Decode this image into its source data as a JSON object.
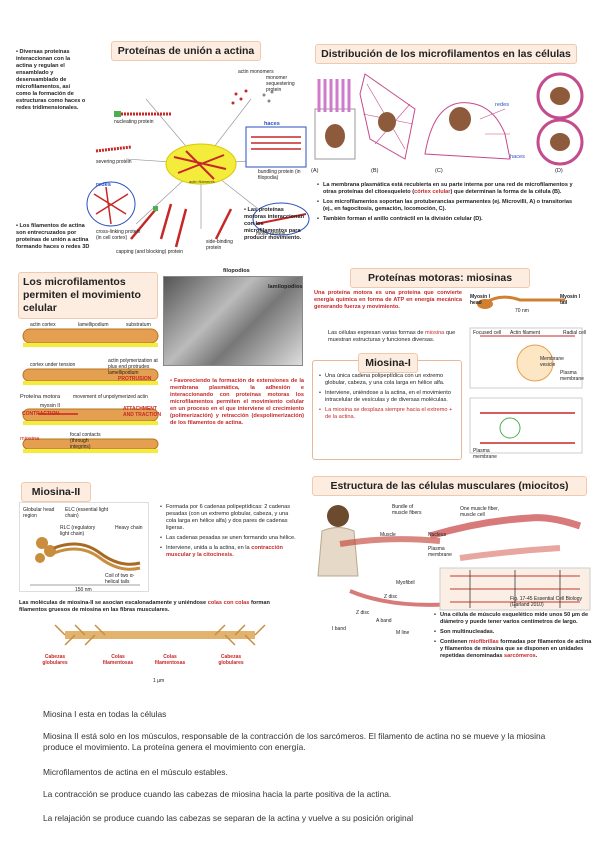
{
  "s1": {
    "title": "Proteínas de unión a actina",
    "intro": "Diversas proteínas interaccionan con la actina y regulan el ensamblado y desensamblado de microfilamentos, así como la formación de estructuras como haces o redes tridimensionales.",
    "redes": "redes",
    "haces": "haces",
    "outro": "Los filamentos de actina son entrecruzados por proteínas de unión a actina formando haces o redes 3D",
    "motor": "Las proteínas motoras interaccionan con los microfilamentos para producir movimiento.",
    "labels": {
      "mono": "actin monomers",
      "seq": "monomer sequestering protein",
      "nuc": "nucleating protein",
      "center": "actin filaments",
      "sev": "severing protein",
      "bund": "bundling protein (in filopodia)",
      "cross": "cross-linking protein (in cell cortex)",
      "motorp": "motor protein",
      "side": "side-binding protein",
      "cap": "capping (and blocking) protein"
    }
  },
  "s2": {
    "title": "Distribución de los microfilamentos en las células",
    "letters": [
      "(A)",
      "(B)",
      "(C)",
      "(D)"
    ],
    "redes": "redes",
    "haces": "haces",
    "b1": "La membrana plasmática está recubierta en su parte interna por una red de microfilamentos y otras proteínas del citoesqueleto (",
    "b1r": "córtex celular",
    "b1e": ") que determinan la forma de la célula (B).",
    "b2": "Los microfilamentos soportan las protuberancias permanentes (ej. Microvilli, A) o transitorias (ej., en fagocitosis, gemación, locomoción, C).",
    "b3": "También forman el anillo contráctil en la división celular (D)."
  },
  "s3": {
    "title": "Los microfilamentos permiten el movimiento celular",
    "filo": "filopodios",
    "lami": "lamilopodios",
    "motora": "Proteína motora",
    "miosina": "miosina",
    "labels": {
      "cortex": "actin cortex",
      "lamelli": "lamellipodium",
      "sub": "substratum",
      "tension": "cortex under tension",
      "poly": "actin polymerization at plus end protrudes lamellipodium",
      "protrusion": "PROTRUSION",
      "move": "movement of unpolymerized actin",
      "attach": "ATTACHMENT AND TRACTION",
      "contraction": "CONTRACTION",
      "focal": "focal contacts (through integrins)",
      "myosin": "myosin II"
    },
    "text": "Favoreciendo la formación de extensiones de la membrana plasmática, la adhesión e interaccionando con proteínas motoras los microfilamentos permiten el movimiento celular en un proceso en el que interviene el crecimiento (polimerización) y retracción (despolimerización) de los filamentos de actina."
  },
  "s4": {
    "title": "Proteínas motoras: miosinas",
    "intro": "Una proteína motora es una proteína que convierte energía química en forma de ATP en energía mecánica generando fuerza y movimiento.",
    "sub1": "Las células expresan varias formas de ",
    "sub1r": "miosina",
    "sub1e": " que muestran estructuras y funciones diversas.",
    "m1title": "Miosina-I",
    "m1b1": "Una única cadena polipeptídica con un extremo globular, cabeza, y una cola larga en hélice alfa.",
    "m1b2": "Interviene, uniéndose a la actina, en el movimiento intracelular de vesículas y de diversas moléculas.",
    "m1b3": "La miosina se desplaza siempre hacia el extremo + de la actina.",
    "labels": {
      "head": "Myosin I head",
      "tail": "Myosin I tail",
      "nm": "70 nm",
      "focused": "Focused cell",
      "actin": "Actin filament",
      "radial": "Radial cell",
      "plasma": "Plasma membrane",
      "vesicle": "Membrane vesicle",
      "plasma2": "Plasma membrane"
    }
  },
  "s5": {
    "title": "Miosina-II",
    "labels": {
      "glob": "Globular head region",
      "elc": "ELC (essential light chain)",
      "rlc": "RLC (regulatory light chain)",
      "heavy": "Heavy chain",
      "coil": "Coil of two α-helical tails",
      "nm": "150 nm"
    },
    "b1": "Formada por 6 cadenas polipeptídicas: 2 cadenas pesadas (con un extremo globular, cabeza, y una cola larga en hélice alfa) y dos pares de cadenas ligeras.",
    "b2": "Las cadenas pesadas se unen formando una hélice.",
    "b3": "Interviene, unida a la actina, en la ",
    "b3r": "contracción muscular y la citocinesis.",
    "bottom1": "Las moléculas de miosina-II se asocian escalonadamente y uniéndose ",
    "bottom1r": "colas con colas",
    "bottom1e": " forman filamentos gruesos de miosina en las fibras musculares.",
    "bl": [
      "Cabezas globulares",
      "Colas filamentosas",
      "Colas filamentosas",
      "Cabezas globulares"
    ],
    "um": "1 µm"
  },
  "s6": {
    "title": "Estructura de las células musculares (miocitos)",
    "labels": {
      "bundle": "Bundle of muscle fibers",
      "muscle": "Muscle",
      "one": "One muscle fiber, muscle cell",
      "nucleus": "Nucleus",
      "plasma": "Plasma membrane",
      "myofibril": "Myofibril",
      "zdisc": "Z disc",
      "zdisc2": "Z disc",
      "aband": "A band",
      "iband": "I band",
      "mline": "M line",
      "fig": "Fig. 17-45 Essential Cell Biology (Garland 2010)"
    },
    "b1": "Una célula de músculo esquelético mide unos 50 µm de diámetro y puede tener varios centímetros de largo.",
    "b2": "Son multinucleadas.",
    "b3a": "Contienen ",
    "b3r1": "miofibrillas",
    "b3b": " formadas por filamentos de actina y filamentos de miosina que se disponen en unidades repetidas denominadas ",
    "b3r2": "sarcómeros",
    "b3c": "."
  },
  "notes": [
    "Miosina I esta en todas la células",
    "Miosina II está solo en los músculos, responsable de la contracción de los sarcómeros. El filamento de actina no se mueve y la miosina produce el movimiento. La proteína genera el movimiento con energía.",
    "Microfilamentos de actina en el músculo estables.",
    "La contracción se produce cuando las cabezas de miosina hacia la parte positiva de la actina.",
    "La relajación se produce cuando las cabezas se separan de la actina  y vuelve a su posición original"
  ]
}
